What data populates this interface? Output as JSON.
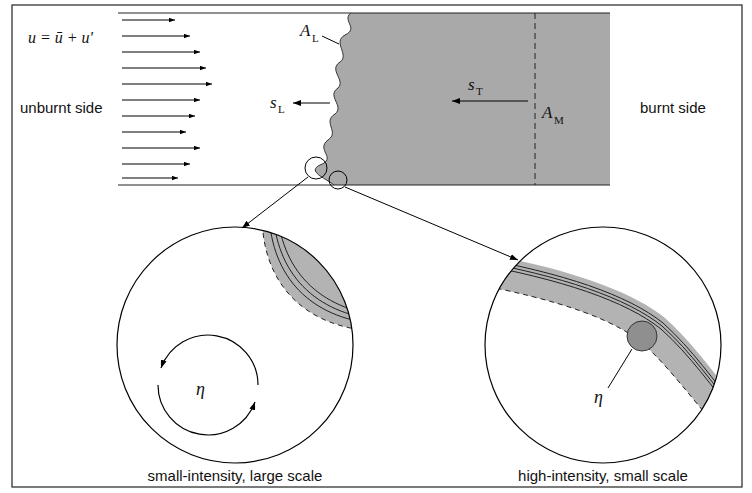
{
  "diagram": {
    "labels": [
      "u = ū + u'",
      "unburnt side",
      "A",
      "L",
      "s",
      "L",
      "s",
      "T",
      "A",
      "M",
      "burnt side",
      "η",
      "η",
      "small-intensity, large scale",
      "high-intensity, small scale"
    ]
  }
}
